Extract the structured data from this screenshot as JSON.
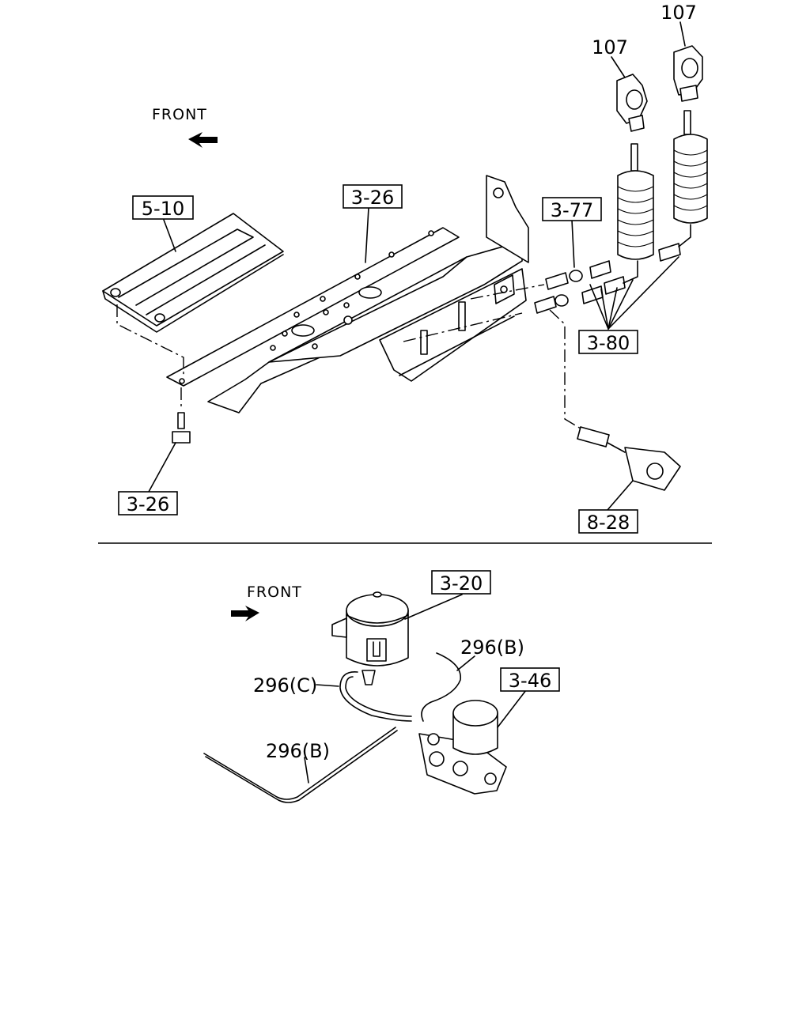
{
  "top_view": {
    "front_label": "FRONT",
    "callouts": {
      "c510": "5-10",
      "c326_top": "3-26",
      "c326_bottom": "3-26",
      "c377": "3-77",
      "c380": "3-80",
      "c828": "8-28",
      "c107_left": "107",
      "c107_right": "107"
    }
  },
  "bottom_view": {
    "front_label": "FRONT",
    "callouts": {
      "c320": "3-20",
      "c346": "3-46",
      "c296b_top": "296(B)",
      "c296c": "296(C)",
      "c296b_bottom": "296(B)"
    }
  }
}
